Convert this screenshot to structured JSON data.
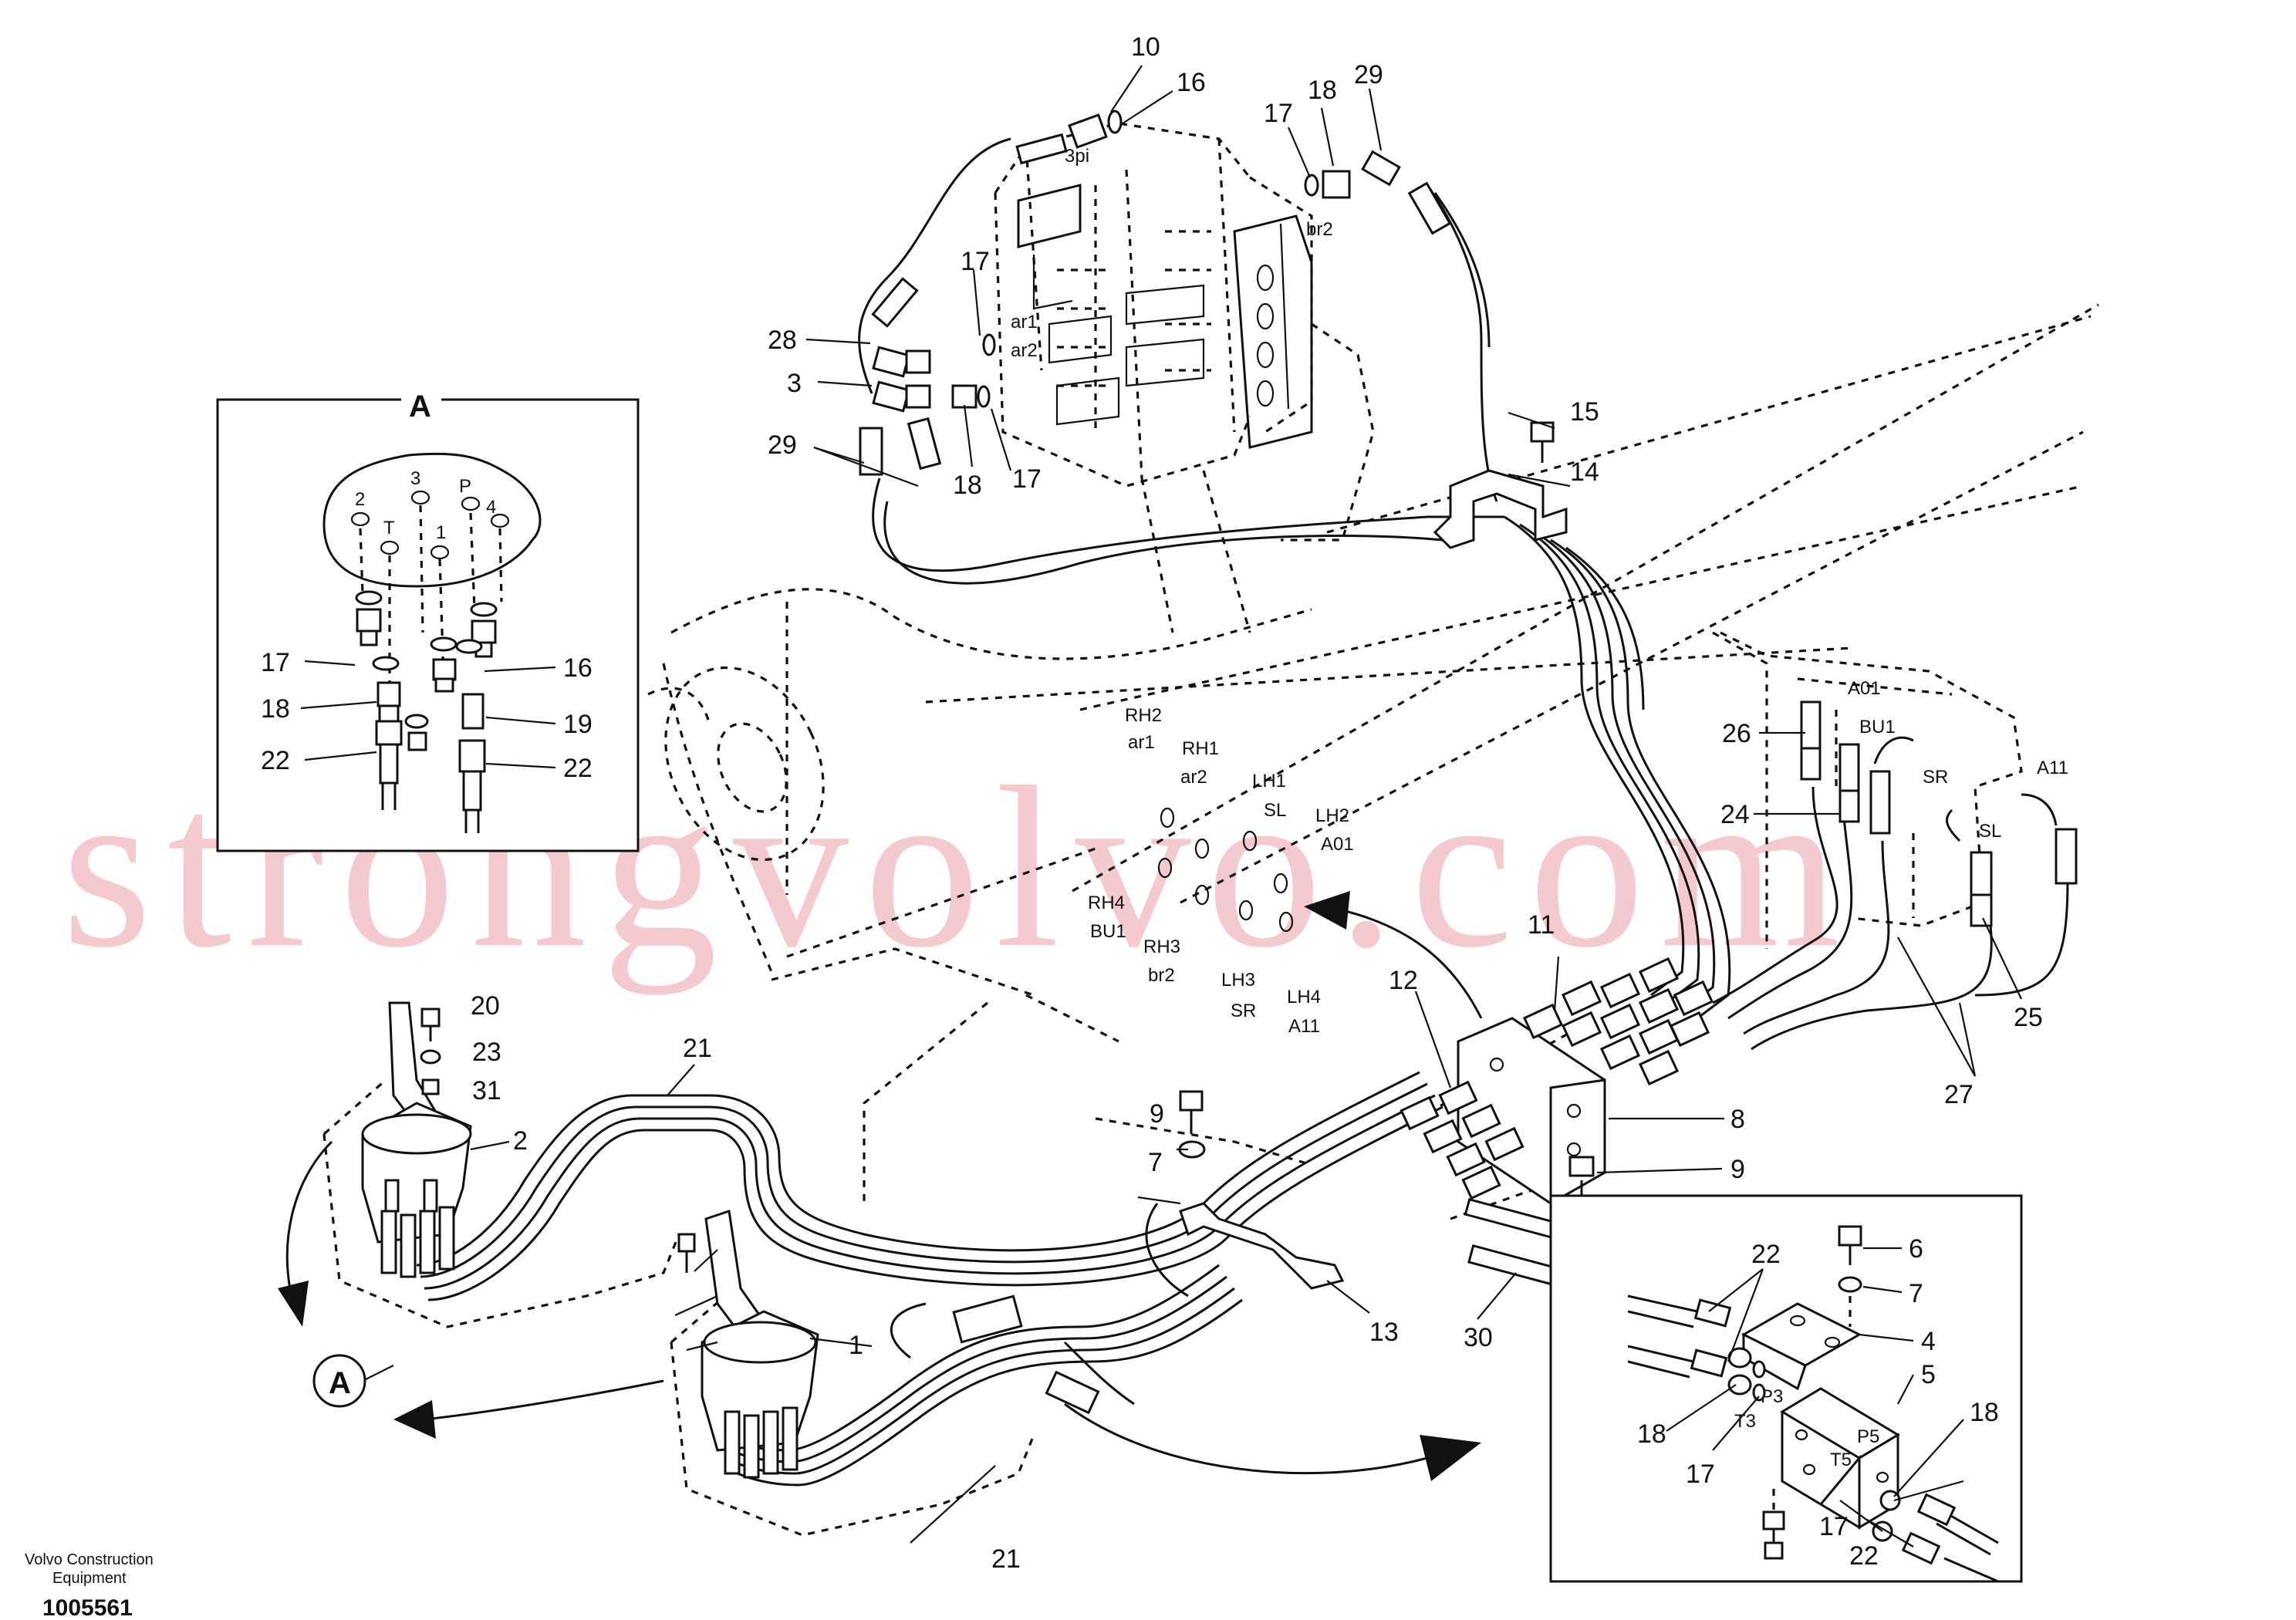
{
  "watermark": "strongvolvo.com",
  "footer": {
    "brand_line1": "Volvo Construction",
    "brand_line2": "Equipment",
    "drawing_number": "1005561"
  },
  "detail_a": {
    "title": "A",
    "port_labels": [
      "2",
      "3",
      "P",
      "4",
      "T",
      "1"
    ],
    "callouts": [
      "17",
      "18",
      "22",
      "16",
      "19",
      "22"
    ]
  },
  "detail_a_marker": "A",
  "valve_ports": [
    "3pi",
    "br2",
    "ar1",
    "ar2"
  ],
  "pilot_ports": [
    {
      "name": "RH2",
      "code": "ar1"
    },
    {
      "name": "RH1",
      "code": "ar2"
    },
    {
      "name": "LH1",
      "code": "SL"
    },
    {
      "name": "LH2",
      "code": "A01"
    },
    {
      "name": "RH4",
      "code": "BU1"
    },
    {
      "name": "RH3",
      "code": "br2"
    },
    {
      "name": "LH3",
      "code": "SR"
    },
    {
      "name": "LH4",
      "code": "A11"
    }
  ],
  "block_ports": [
    "A01",
    "BU1",
    "SR",
    "SL",
    "A11"
  ],
  "detail_b_ports": [
    "P3",
    "T3",
    "P5",
    "T5"
  ],
  "part_numbers": {
    "n10": "10",
    "n16": "16",
    "n17a": "17",
    "n18a": "18",
    "n29a": "29",
    "n17b": "17",
    "n28": "28",
    "n3": "3",
    "n29b": "29",
    "n18b": "18",
    "n17c": "17",
    "n15": "15",
    "n14": "14",
    "n26": "26",
    "n24": "24",
    "n11": "11",
    "n12": "12",
    "n25": "25",
    "n27": "27",
    "n8": "8",
    "n9a": "9",
    "n9b": "9",
    "n7a": "7",
    "n7b": "7",
    "n20": "20",
    "n23": "23",
    "n31": "31",
    "n2": "2",
    "n21a": "21",
    "n21b": "21",
    "n1": "1",
    "n13": "13",
    "n30": "30",
    "n22a": "22",
    "n6": "6",
    "n7c": "7",
    "n4": "4",
    "n5": "5",
    "n18c": "18",
    "n17d": "17",
    "n18d": "18",
    "n17e": "17",
    "n22b": "22"
  }
}
